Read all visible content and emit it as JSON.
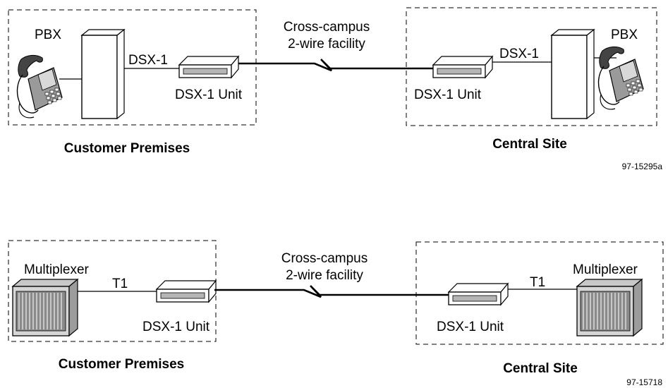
{
  "top": {
    "left_site": {
      "device_label": "PBX",
      "link_label": "DSX-1",
      "unit_label": "DSX-1 Unit",
      "site_label": "Customer Premises"
    },
    "facility_label_line1": "Cross-campus",
    "facility_label_line2": "2-wire facility",
    "right_site": {
      "device_label": "PBX",
      "link_label": "DSX-1",
      "unit_label": "DSX-1 Unit",
      "site_label": "Central Site"
    },
    "figure_id": "97-15295a"
  },
  "bottom": {
    "left_site": {
      "device_label": "Multiplexer",
      "link_label": "T1",
      "unit_label": "DSX-1 Unit",
      "site_label": "Customer Premises"
    },
    "facility_label_line1": "Cross-campus",
    "facility_label_line2": "2-wire facility",
    "right_site": {
      "device_label": "Multiplexer",
      "link_label": "T1",
      "unit_label": "DSX-1 Unit",
      "site_label": "Central Site"
    },
    "figure_id": "97-15718"
  }
}
